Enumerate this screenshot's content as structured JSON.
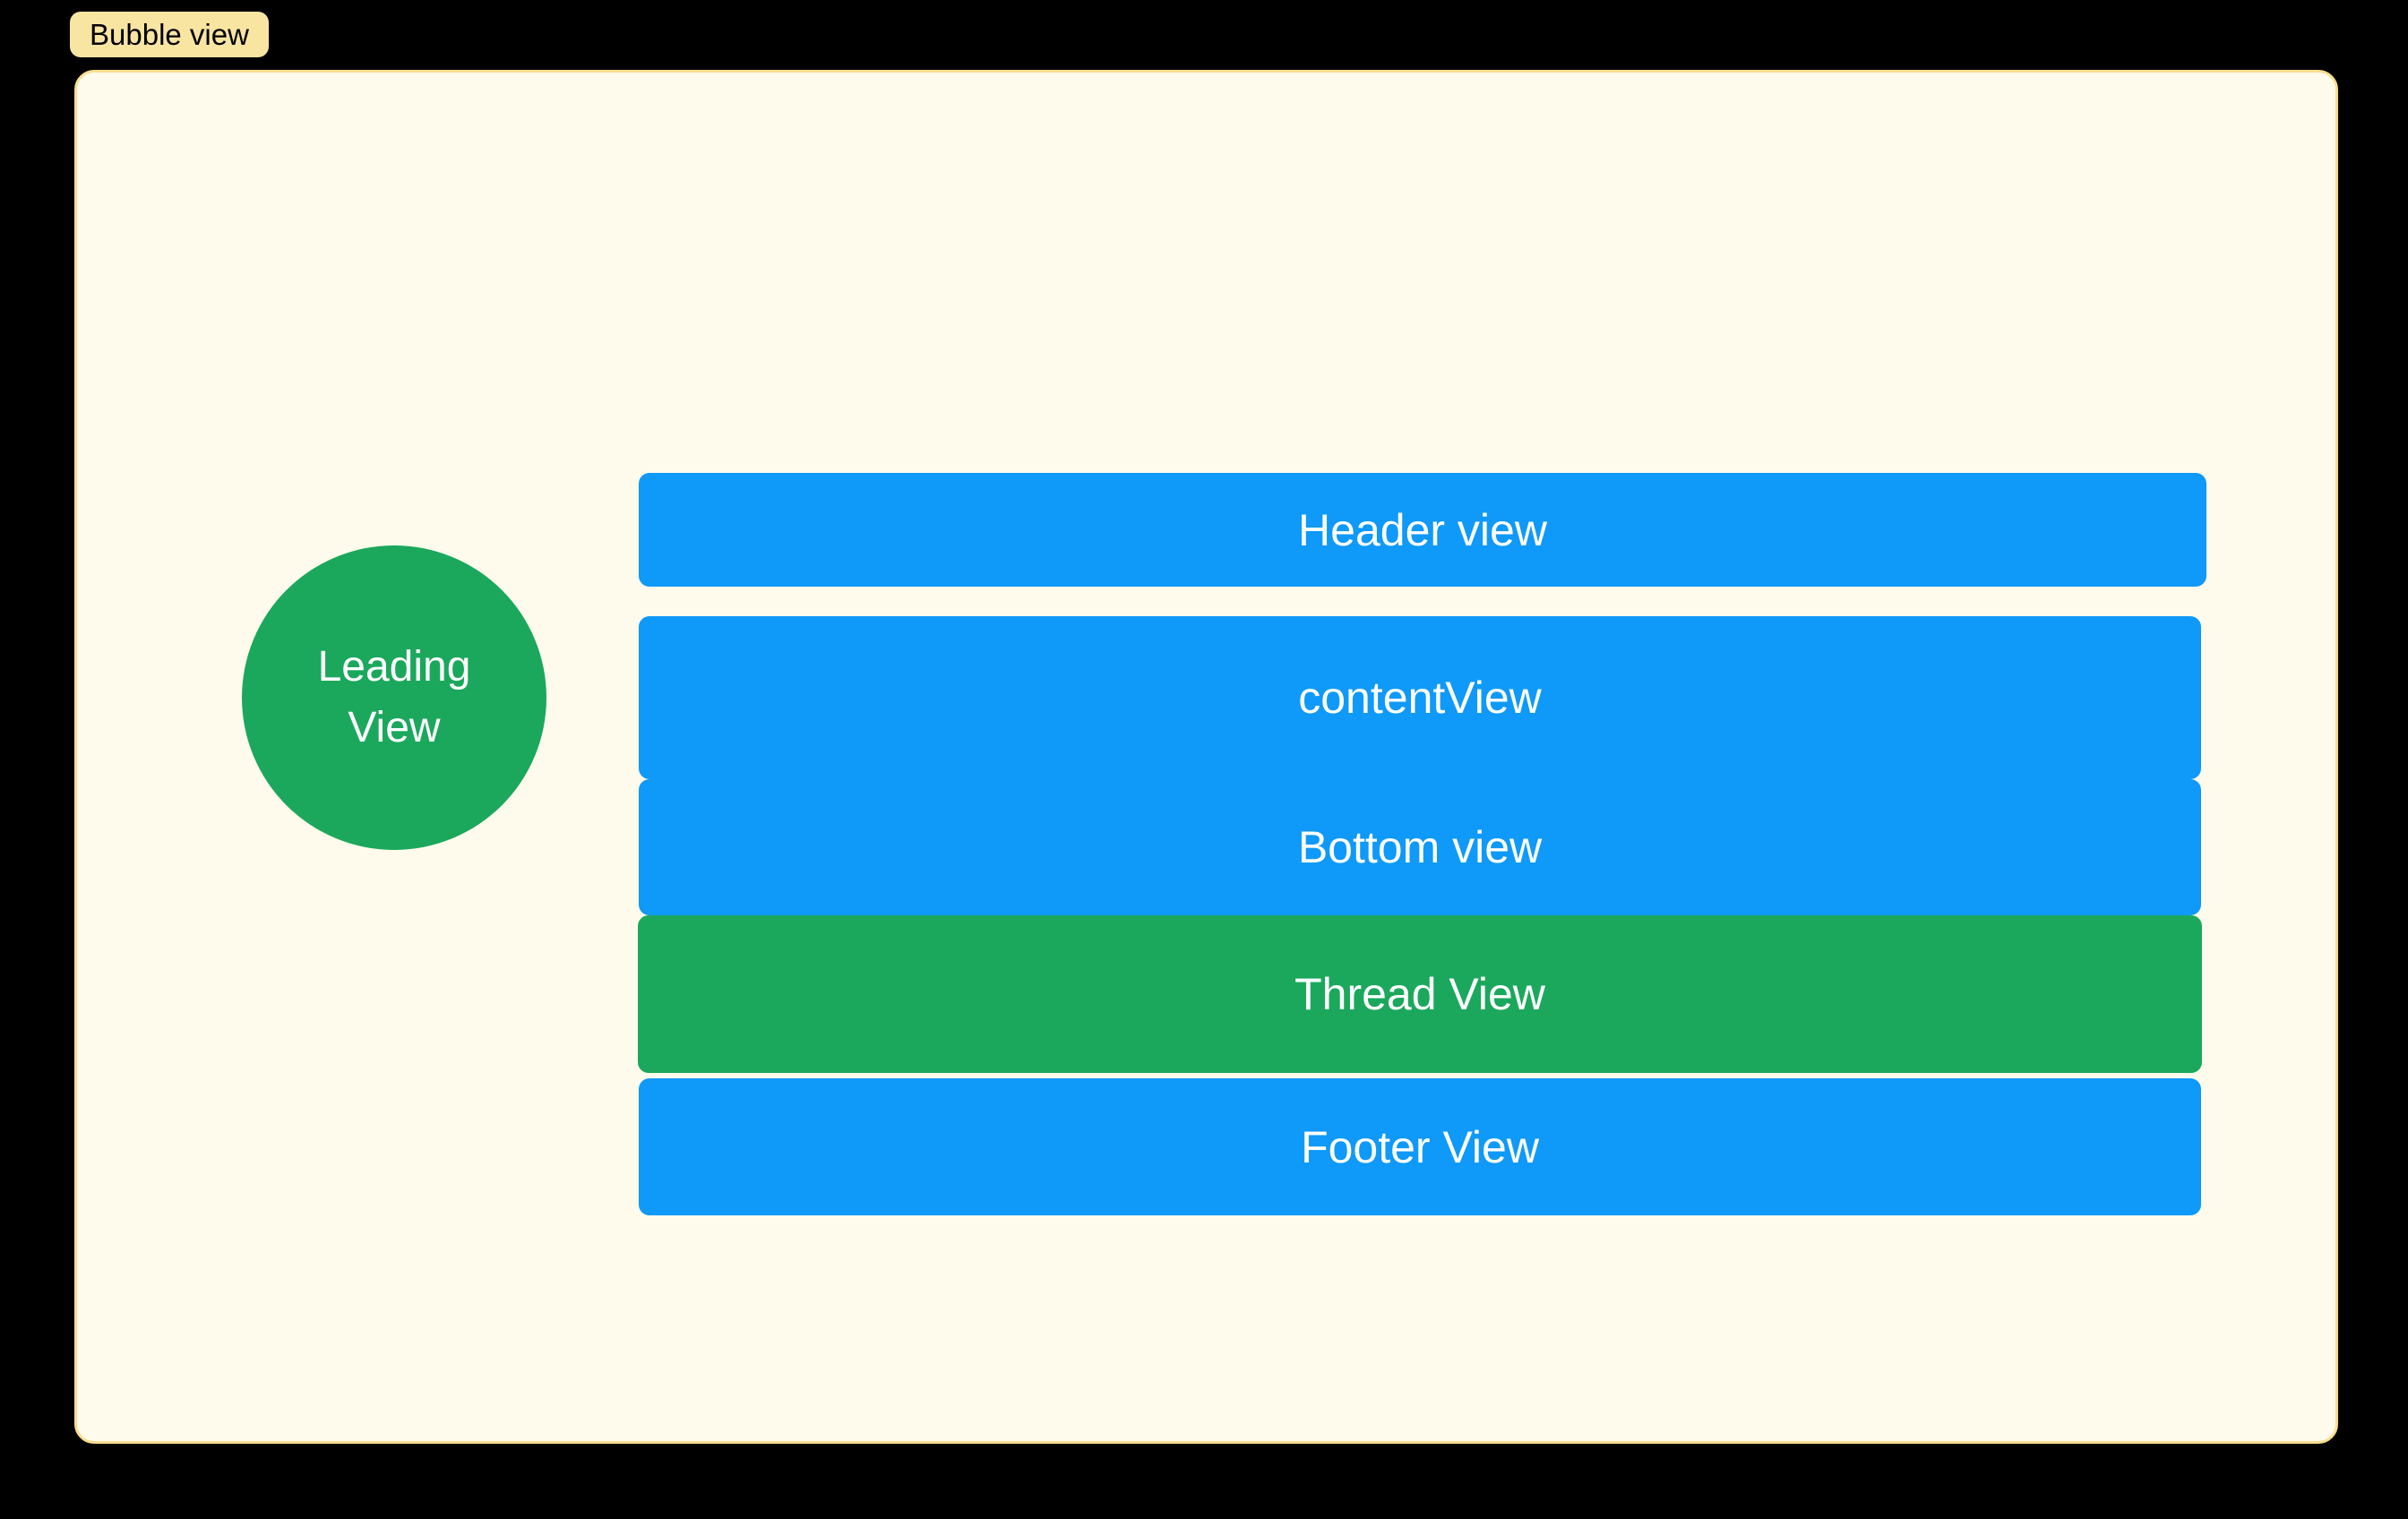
{
  "preview": {
    "tag_label": "Bubble view"
  },
  "colors": {
    "background": "#000000",
    "panel_bg": "#FFFBEC",
    "panel_border": "#F8DD8F",
    "tag_bg": "#F8E5A2",
    "tag_text": "#000000",
    "view_blue": "#0F99F8",
    "view_green": "#1BA85C",
    "view_label_text": "#FFFFFF"
  },
  "leading_view": {
    "line1": "Leading",
    "line2": "View"
  },
  "views": [
    {
      "name": "header-view",
      "label": "Header view"
    },
    {
      "name": "content-view",
      "label": "contentView"
    },
    {
      "name": "bottom-view",
      "label": "Bottom view"
    },
    {
      "name": "thread-view",
      "label": "Thread View"
    },
    {
      "name": "footer-view",
      "label": "Footer View"
    }
  ]
}
